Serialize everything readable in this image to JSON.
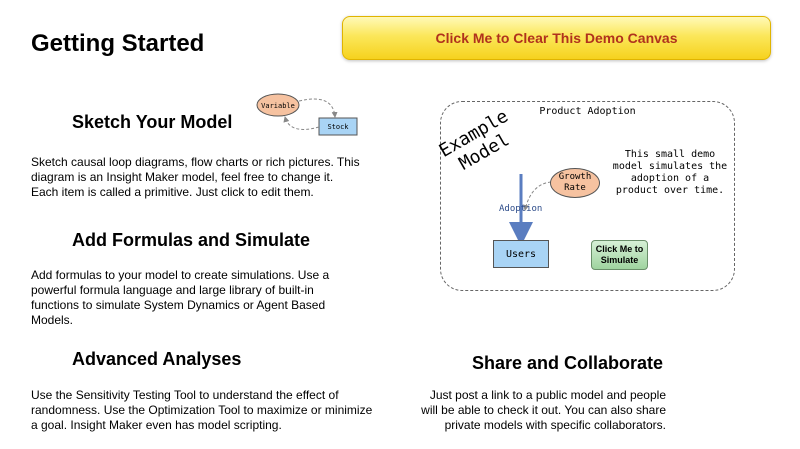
{
  "page": {
    "title": "Getting Started",
    "clear_button": "Click Me to Clear This Demo Canvas"
  },
  "sections": {
    "sketch": {
      "heading": "Sketch Your Model",
      "text": "Sketch causal loop diagrams, flow charts or rich pictures. This diagram is an Insight Maker model, feel free to change it. Each item is called a primitive. Just click to edit them."
    },
    "formulas": {
      "heading": "Add Formulas and Simulate",
      "text": "Add formulas to your model to create simulations. Use a powerful formula language and large library of built-in functions to simulate System Dynamics or Agent Based Models."
    },
    "analyses": {
      "heading": "Advanced Analyses",
      "text": "Use the Sensitivity Testing Tool to understand the effect of randomness. Use the Optimization Tool to maximize or minimize a goal. Insight Maker even has model scripting."
    },
    "share": {
      "heading": "Share and Collaborate",
      "text": "Just post a link to a public model and people will be able to check it out. You can also share private models with specific collaborators."
    }
  },
  "mini_diagram": {
    "variable_label": "Variable",
    "stock_label": "Stock"
  },
  "demo": {
    "title": "Product Adoption",
    "example_line1": "Example",
    "example_line2": "Model",
    "description": "This small demo model simulates the adoption of a product over time.",
    "growth_rate_line1": "Growth",
    "growth_rate_line2": "Rate",
    "flow_label": "Adoption",
    "stock_label": "Users",
    "simulate_button_line1": "Click Me to",
    "simulate_button_line2": "Simulate"
  }
}
